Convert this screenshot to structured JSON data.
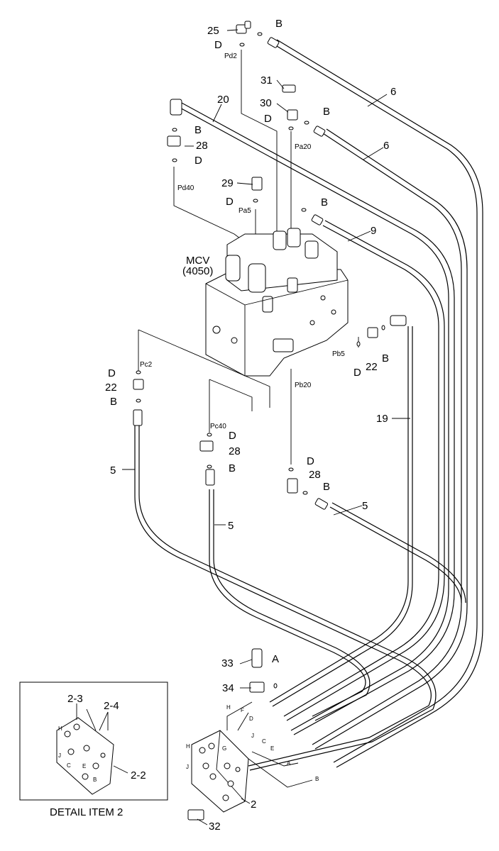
{
  "parts": {
    "p25": "25",
    "p6a": "6",
    "p6b": "6",
    "p20": "20",
    "p31": "31",
    "p30": "30",
    "p28a": "28",
    "p29": "29",
    "p9": "9",
    "p22a": "22",
    "p22b": "22",
    "p19": "19",
    "p5a": "5",
    "p5b": "5",
    "p5c": "5",
    "p28b": "28",
    "p28c": "28",
    "p33": "33",
    "p34": "34",
    "p2": "2",
    "p32": "32",
    "d23": "2-3",
    "d24": "2-4",
    "d22": "2-2"
  },
  "letters": {
    "B": "B",
    "D": "D",
    "A": "A"
  },
  "ports": {
    "pd2": "Pd2",
    "pa20": "Pa20",
    "pd40": "Pd40",
    "pa5": "Pa5",
    "pb5": "Pb5",
    "pc2": "Pc2",
    "pb20": "Pb20",
    "pc40": "Pc40"
  },
  "mcv": {
    "name": "MCV",
    "code": "(4050)"
  },
  "plate_letters": {
    "H": "H",
    "F": "F",
    "D": "D",
    "J": "J",
    "C": "C",
    "E": "E",
    "A": "A",
    "B": "B",
    "G": "G"
  },
  "detail_title": "DETAIL ITEM 2"
}
